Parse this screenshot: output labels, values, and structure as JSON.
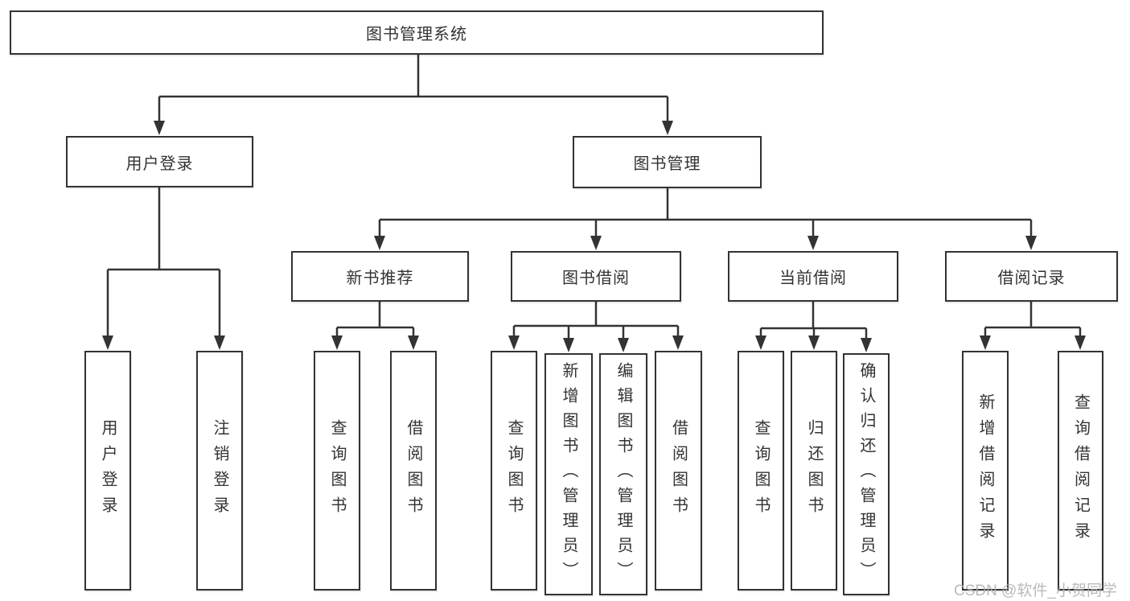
{
  "meta": {
    "line_color": "#333333",
    "text_color": "#333333",
    "box_fill": "#ffffff",
    "watermark_color": "#afafaf"
  },
  "watermark": "CSDN @软件_小贺同学",
  "tree": {
    "label": "图书管理系统",
    "children": [
      {
        "label": "用户登录",
        "children": [
          {
            "label": "用户登录"
          },
          {
            "label": "注销登录"
          }
        ]
      },
      {
        "label": "图书管理",
        "children": [
          {
            "label": "新书推荐",
            "children": [
              {
                "label": "查询图书"
              },
              {
                "label": "借阅图书"
              }
            ]
          },
          {
            "label": "图书借阅",
            "children": [
              {
                "label": "查询图书"
              },
              {
                "label": "新增图书（管理员）"
              },
              {
                "label": "编辑图书（管理员）"
              },
              {
                "label": "借阅图书"
              }
            ]
          },
          {
            "label": "当前借阅",
            "children": [
              {
                "label": "查询图书"
              },
              {
                "label": "归还图书"
              },
              {
                "label": "确认归还（管理员）"
              }
            ]
          },
          {
            "label": "借阅记录",
            "children": [
              {
                "label": "新增借阅记录"
              },
              {
                "label": "查询借阅记录"
              }
            ]
          }
        ]
      }
    ]
  }
}
